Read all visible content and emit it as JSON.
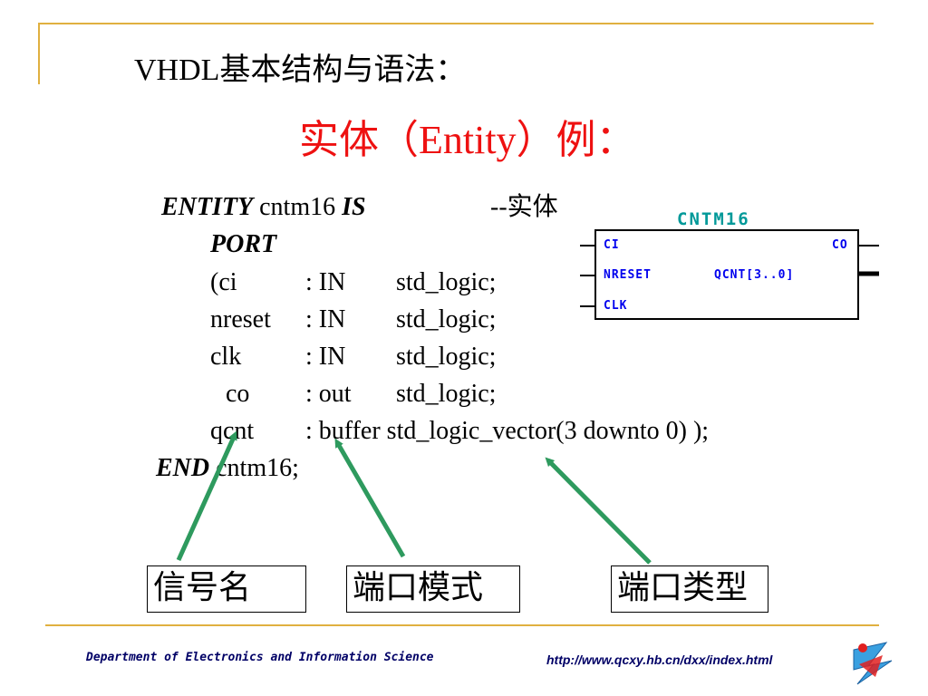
{
  "slide": {
    "heading": "VHDL基本结构与语法：",
    "subheading": "实体（Entity）例：",
    "code": {
      "line1": {
        "kw1": "ENTITY",
        "name": " cntm16 ",
        "kw2": "IS",
        "comment": "--实体"
      },
      "port_kw": "PORT",
      "ports": [
        {
          "name": "(ci",
          "mode": ": IN",
          "type": "std_logic;"
        },
        {
          "name": "nreset",
          "mode": ": IN",
          "type": "std_logic;"
        },
        {
          "name": "clk",
          "mode": ": IN",
          "type": "std_logic;"
        },
        {
          "name": "co",
          "mode": ": out",
          "type": "std_logic;"
        },
        {
          "name": "qcnt",
          "mode": ": buffer std_logic_vector(3 downto 0) );",
          "type": ""
        }
      ],
      "end_kw": "END",
      "end_name": " cntm16;"
    },
    "labels": {
      "signal_name": "信号名",
      "port_mode": "端口模式",
      "port_type": "端口类型"
    },
    "block": {
      "title": "CNTM16",
      "inputs": [
        "CI",
        "NRESET",
        "CLK"
      ],
      "outputs": [
        "CO",
        "QCNT[3..0]"
      ]
    },
    "footer": {
      "department": "Department of Electronics and Information Science",
      "url": "http://www.qcxy.hb.cn/dxx/index.html"
    },
    "colors": {
      "accent_rule": "#e0b040",
      "title_red": "#ee1111",
      "arrow_green": "#2e9a5e",
      "pin_blue": "#0000ee",
      "block_title": "#009999",
      "footer_navy": "#000066"
    },
    "icons": [
      "logo-icon"
    ]
  }
}
